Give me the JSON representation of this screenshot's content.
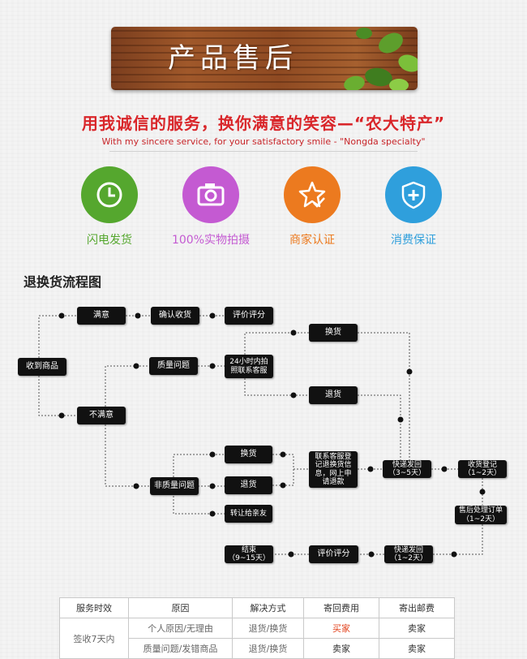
{
  "banner": {
    "title": "产品售后"
  },
  "slogan": {
    "cn": "用我诚信的服务，换你满意的笑容—“农大特产”",
    "en": "With my sincere service, for your satisfactory smile - \"Nongda specialty\""
  },
  "badges": [
    {
      "label": "闪电发货",
      "color": "#55a72e",
      "icon": "clock-icon"
    },
    {
      "label": "100%实物拍摄",
      "color": "#c45ad2",
      "icon": "camera-icon"
    },
    {
      "label": "商家认证",
      "color": "#ec7a1f",
      "icon": "star-check-icon"
    },
    {
      "label": "消费保证",
      "color": "#2f9fdc",
      "icon": "shield-plus-icon"
    }
  ],
  "flow": {
    "title": "退换货流程图",
    "nodes": {
      "received": "收到商品",
      "satisfied": "满意",
      "confirm": "确认收货",
      "review1": "评价评分",
      "quality": "质量问题",
      "contact24": "24小时内拍\n照联系客服",
      "exchange1": "换货",
      "refund1": "退货",
      "unsatisfied": "不满意",
      "nonquality": "非质量问题",
      "exchange2": "换货",
      "refund2": "退货",
      "gift": "转让给亲友",
      "register": "联系客服登\n记退换货信\n息，网上申\n请退款",
      "ship_back": "快递发回\n（3~5天）",
      "sign": "收货登记\n（1~2天）",
      "after_sale": "售后处理订单\n（1~2天）",
      "ship_return": "快递发回\n（1~2天）",
      "review2": "评价评分",
      "end": "结束\n（9~15天）"
    }
  },
  "table": {
    "headers": [
      "服务时效",
      "原因",
      "解决方式",
      "寄回费用",
      "寄出邮费"
    ],
    "rows": [
      {
        "period": "签收7天内",
        "reason": "个人原因/无理由",
        "solution": "退货/换货",
        "return_fee": "买家",
        "ship_fee": "卖家"
      },
      {
        "reason": "质量问题/发错商品",
        "solution": "退货/换货",
        "return_fee": "卖家",
        "ship_fee": "卖家"
      }
    ]
  }
}
